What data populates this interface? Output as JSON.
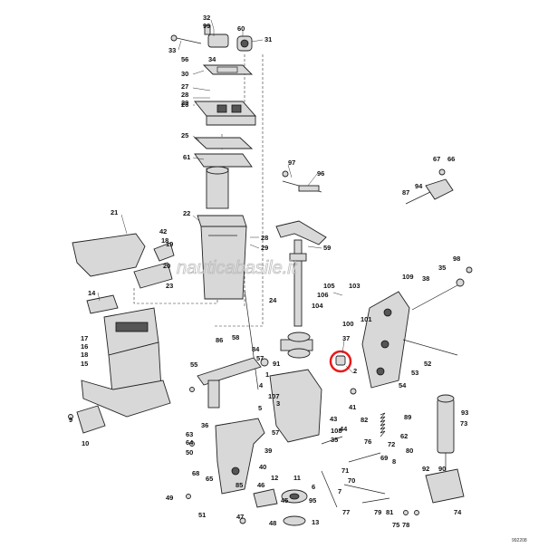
{
  "watermark": "nauticabasile.it",
  "drawing_code": "992208",
  "highlight_color": "#e8191a",
  "labels": [
    {
      "id": "32",
      "t": "32"
    },
    {
      "id": "99",
      "t": "99"
    },
    {
      "id": "33",
      "t": "33"
    },
    {
      "id": "34",
      "t": "34"
    },
    {
      "id": "56",
      "t": "56"
    },
    {
      "id": "60",
      "t": "60"
    },
    {
      "id": "31",
      "t": "31"
    },
    {
      "id": "30",
      "t": "30"
    },
    {
      "id": "27",
      "t": "27"
    },
    {
      "id": "28a",
      "t": "28"
    },
    {
      "id": "29a",
      "t": "29"
    },
    {
      "id": "26",
      "t": "26"
    },
    {
      "id": "25",
      "t": "25"
    },
    {
      "id": "61",
      "t": "61"
    },
    {
      "id": "97",
      "t": "97"
    },
    {
      "id": "96",
      "t": "96"
    },
    {
      "id": "67",
      "t": "67"
    },
    {
      "id": "66",
      "t": "66"
    },
    {
      "id": "87",
      "t": "87"
    },
    {
      "id": "94",
      "t": "94"
    },
    {
      "id": "21",
      "t": "21"
    },
    {
      "id": "22",
      "t": "22"
    },
    {
      "id": "28b",
      "t": "28"
    },
    {
      "id": "29b",
      "t": "29"
    },
    {
      "id": "42",
      "t": "42"
    },
    {
      "id": "18a",
      "t": "18"
    },
    {
      "id": "19",
      "t": "19"
    },
    {
      "id": "20",
      "t": "20"
    },
    {
      "id": "59",
      "t": "59"
    },
    {
      "id": "98",
      "t": "98"
    },
    {
      "id": "35a",
      "t": "35"
    },
    {
      "id": "109",
      "t": "109"
    },
    {
      "id": "105",
      "t": "105"
    },
    {
      "id": "103",
      "t": "103"
    },
    {
      "id": "106",
      "t": "106"
    },
    {
      "id": "104",
      "t": "104"
    },
    {
      "id": "100",
      "t": "100"
    },
    {
      "id": "101",
      "t": "101"
    },
    {
      "id": "23",
      "t": "23"
    },
    {
      "id": "24",
      "t": "24"
    },
    {
      "id": "14",
      "t": "14"
    },
    {
      "id": "17",
      "t": "17"
    },
    {
      "id": "16",
      "t": "16"
    },
    {
      "id": "18b",
      "t": "18"
    },
    {
      "id": "15",
      "t": "15"
    },
    {
      "id": "86",
      "t": "86"
    },
    {
      "id": "58",
      "t": "58"
    },
    {
      "id": "84",
      "t": "84"
    },
    {
      "id": "37",
      "t": "37"
    },
    {
      "id": "2",
      "t": "2"
    },
    {
      "id": "38",
      "t": "38"
    },
    {
      "id": "55",
      "t": "55"
    },
    {
      "id": "57a",
      "t": "57"
    },
    {
      "id": "91",
      "t": "91"
    },
    {
      "id": "53",
      "t": "53"
    },
    {
      "id": "52",
      "t": "52"
    },
    {
      "id": "54",
      "t": "54"
    },
    {
      "id": "1",
      "t": "1"
    },
    {
      "id": "4",
      "t": "4"
    },
    {
      "id": "107",
      "t": "107"
    },
    {
      "id": "41",
      "t": "41"
    },
    {
      "id": "3",
      "t": "3"
    },
    {
      "id": "5",
      "t": "5"
    },
    {
      "id": "43",
      "t": "43"
    },
    {
      "id": "44",
      "t": "44"
    },
    {
      "id": "89",
      "t": "89"
    },
    {
      "id": "82",
      "t": "82"
    },
    {
      "id": "108",
      "t": "108"
    },
    {
      "id": "35b",
      "t": "35"
    },
    {
      "id": "9",
      "t": "9"
    },
    {
      "id": "10",
      "t": "10"
    },
    {
      "id": "36",
      "t": "36"
    },
    {
      "id": "57b",
      "t": "57"
    },
    {
      "id": "63",
      "t": "63"
    },
    {
      "id": "64",
      "t": "64"
    },
    {
      "id": "50",
      "t": "50"
    },
    {
      "id": "39",
      "t": "39"
    },
    {
      "id": "40",
      "t": "40"
    },
    {
      "id": "76",
      "t": "76"
    },
    {
      "id": "72",
      "t": "72"
    },
    {
      "id": "62",
      "t": "62"
    },
    {
      "id": "80",
      "t": "80"
    },
    {
      "id": "69",
      "t": "69"
    },
    {
      "id": "71",
      "t": "71"
    },
    {
      "id": "70",
      "t": "70"
    },
    {
      "id": "8",
      "t": "8"
    },
    {
      "id": "73",
      "t": "73"
    },
    {
      "id": "93",
      "t": "93"
    },
    {
      "id": "92",
      "t": "92"
    },
    {
      "id": "90",
      "t": "90"
    },
    {
      "id": "7",
      "t": "7"
    },
    {
      "id": "11",
      "t": "11"
    },
    {
      "id": "12",
      "t": "12"
    },
    {
      "id": "46",
      "t": "46"
    },
    {
      "id": "6",
      "t": "6"
    },
    {
      "id": "65",
      "t": "65"
    },
    {
      "id": "85",
      "t": "85"
    },
    {
      "id": "68",
      "t": "68"
    },
    {
      "id": "49",
      "t": "49"
    },
    {
      "id": "51",
      "t": "51"
    },
    {
      "id": "47",
      "t": "47"
    },
    {
      "id": "48",
      "t": "48"
    },
    {
      "id": "13",
      "t": "13"
    },
    {
      "id": "95",
      "t": "95"
    },
    {
      "id": "77",
      "t": "77"
    },
    {
      "id": "79",
      "t": "79"
    },
    {
      "id": "81",
      "t": "81"
    },
    {
      "id": "75",
      "t": "75"
    },
    {
      "id": "78",
      "t": "78"
    },
    {
      "id": "74",
      "t": "74"
    },
    {
      "id": "45",
      "t": "45"
    }
  ]
}
